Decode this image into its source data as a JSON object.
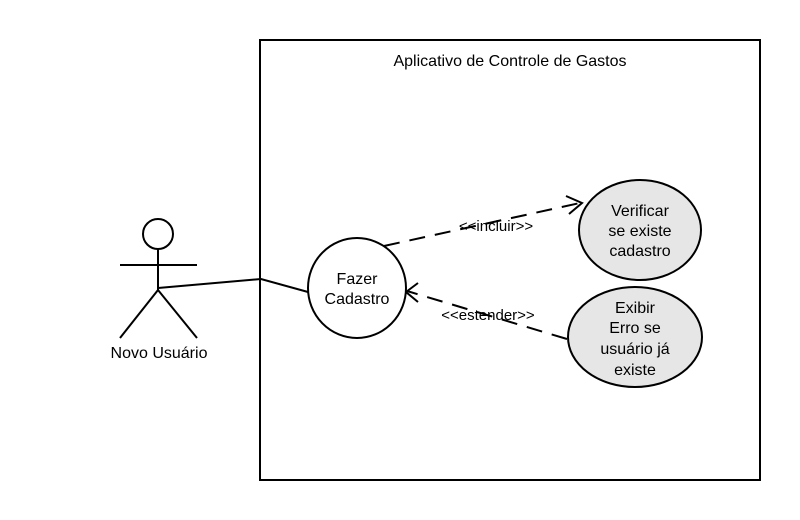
{
  "system": {
    "title": "Aplicativo de Controle de Gastos"
  },
  "actor": {
    "label": "Novo Usuário"
  },
  "use_cases": {
    "fazer_cadastro": {
      "lines": [
        "Fazer",
        "Cadastro"
      ],
      "fill": "#ffffff"
    },
    "verificar": {
      "lines": [
        "Verificar",
        "se existe",
        "cadastro"
      ],
      "fill": "#e6e6e6"
    },
    "exibir_erro": {
      "lines": [
        "Exibir",
        "Erro se",
        "usuário já",
        "existe"
      ],
      "fill": "#e6e6e6"
    }
  },
  "relationships": {
    "include_label": "<<incluir>>",
    "extend_label": "<<estender>>"
  },
  "colors": {
    "stroke": "#000000",
    "background": "#ffffff",
    "secondary_fill": "#e6e6e6"
  }
}
